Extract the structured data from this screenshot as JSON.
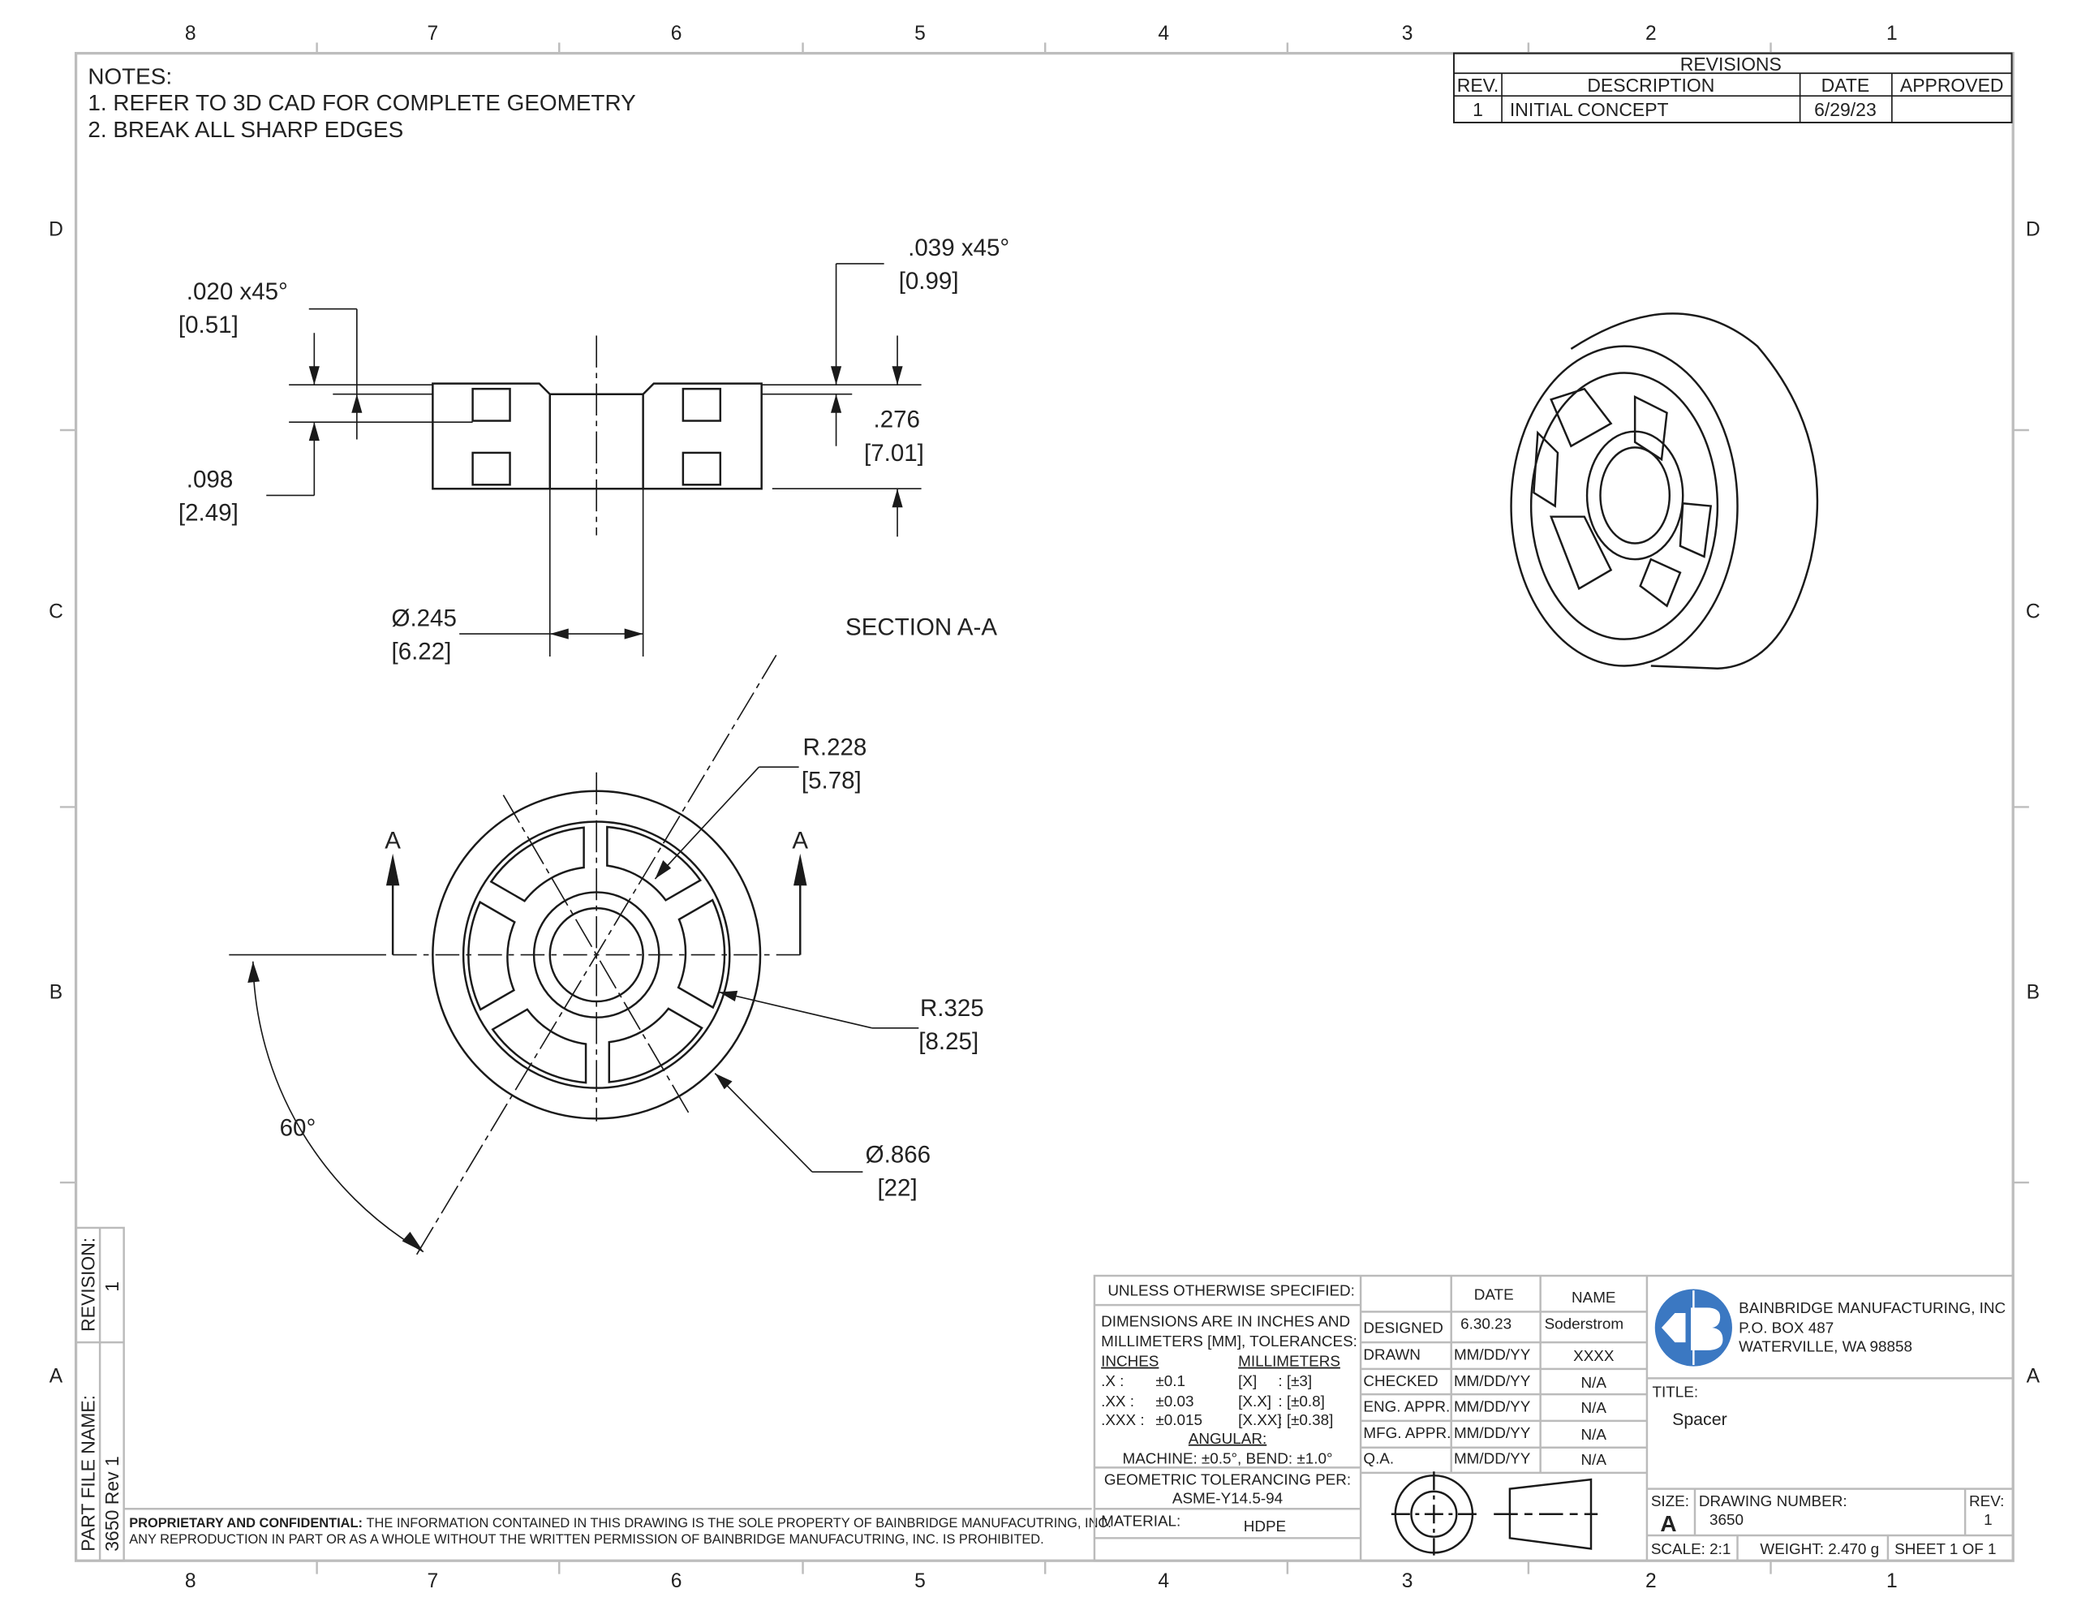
{
  "zones": {
    "columns": [
      "8",
      "7",
      "6",
      "5",
      "4",
      "3",
      "2",
      "1"
    ],
    "rows": [
      "D",
      "C",
      "B",
      "A"
    ]
  },
  "notes": {
    "title": "NOTES:",
    "items": [
      "1.  REFER TO 3D CAD FOR COMPLETE GEOMETRY",
      "2.  BREAK ALL SHARP EDGES"
    ]
  },
  "revisions": {
    "title": "REVISIONS",
    "headers": [
      "REV.",
      "DESCRIPTION",
      "DATE",
      "APPROVED"
    ],
    "rows": [
      {
        "rev": "1",
        "description": "INITIAL CONCEPT",
        "date": "6/29/23",
        "approved": ""
      }
    ]
  },
  "section_view": {
    "label": "SECTION A-A",
    "dims": {
      "chamfer_small": ".020  x45°",
      "chamfer_small_mm": "[0.51]",
      "chamfer_large": ".039  x45°",
      "chamfer_large_mm": "[0.99]",
      "depth": ".098",
      "depth_mm": "[2.49]",
      "height": ".276",
      "height_mm": "[7.01]",
      "bore_dia": "Ø.245",
      "bore_dia_mm": "[6.22]"
    }
  },
  "front_view": {
    "section_marker": "A",
    "dims": {
      "r_inner": "R.228",
      "r_inner_mm": "[5.78]",
      "r_outer": "R.325",
      "r_outer_mm": "[8.25]",
      "outer_dia": "Ø.866",
      "outer_dia_mm": "[22]",
      "angle": "60°"
    }
  },
  "side_strip": {
    "revision_label": "REVISION:",
    "revision_value": "1",
    "file_label": "PART FILE NAME:",
    "file_value": "3650 Rev 1"
  },
  "proprietary": {
    "bold": "PROPRIETARY AND CONFIDENTIAL:",
    "line1": "THE INFORMATION CONTAINED IN THIS DRAWING IS THE SOLE PROPERTY OF BAINBRIDGE MANUFACUTRING, INC.",
    "line2": "ANY REPRODUCTION IN PART OR AS A WHOLE WITHOUT THE WRITTEN PERMISSION OF BAINBRIDGE MANUFACUTRING, INC. IS PROHIBITED."
  },
  "title_block": {
    "unless": "UNLESS OTHERWISE SPECIFIED:",
    "dims_line1": "DIMENSIONS ARE IN INCHES AND",
    "dims_line2": "MILLIMETERS [MM], TOLERANCES:",
    "inches_h": "INCHES",
    "mm_h": "MILLIMETERS",
    "tol": [
      {
        "i": ".X :",
        "iv": "±0.1",
        "m": "[X]",
        "mv": ": [±3]"
      },
      {
        "i": ".XX :",
        "iv": "±0.03",
        "m": "[X.X]",
        "mv": ": [±0.8]"
      },
      {
        "i": ".XXX :",
        "iv": "±0.015",
        "m": "[X.XX]",
        "mv": ": [±0.38]"
      }
    ],
    "angular": "ANGULAR:",
    "angular_vals": "MACHINE: ±0.5°, BEND: ±1.0°",
    "gdt": "GEOMETRIC TOLERANCING PER:",
    "gdt_std": "ASME-Y14.5-94",
    "material_label": "MATERIAL:",
    "material": "HDPE",
    "date_h": "DATE",
    "name_h": "NAME",
    "approvals": [
      {
        "role": "DESIGNED",
        "date": "6.30.23",
        "name": "Soderstrom"
      },
      {
        "role": "DRAWN",
        "date": "MM/DD/YY",
        "name": "XXXX"
      },
      {
        "role": "CHECKED",
        "date": "MM/DD/YY",
        "name": "N/A"
      },
      {
        "role": "ENG. APPR.",
        "date": "MM/DD/YY",
        "name": "N/A"
      },
      {
        "role": "MFG. APPR.",
        "date": "MM/DD/YY",
        "name": "N/A"
      },
      {
        "role": "Q.A.",
        "date": "MM/DD/YY",
        "name": "N/A"
      }
    ],
    "company": [
      "BAINBRIDGE MANUFACTURING, INC",
      "P.O. BOX 487",
      "WATERVILLE, WA 98858"
    ],
    "logo_color": "#3b78c2",
    "title_label": "TITLE:",
    "title": "Spacer",
    "size_label": "SIZE:",
    "size": "A",
    "dwg_label": "DRAWING NUMBER:",
    "dwg": "3650",
    "rev_label": "REV:",
    "rev": "1",
    "scale": "SCALE: 2:1",
    "weight": "WEIGHT: 2.470 g",
    "sheet": "SHEET 1 OF 1"
  }
}
